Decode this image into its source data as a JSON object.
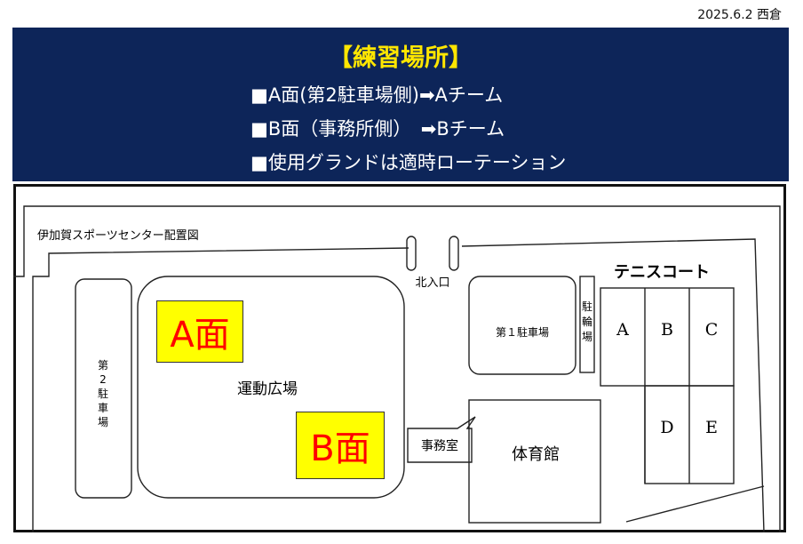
{
  "header": {
    "date_author": "2025.6.2 西倉"
  },
  "banner": {
    "title": "【練習場所】",
    "lines": [
      "■A面(第2駐車場側)➡Aチーム",
      "■B面（事務所側）　➡Bチーム",
      "■使用グランドは適時ローテーション"
    ],
    "colors": {
      "background": "#0d2559",
      "title": "#ffe600",
      "text": "#ffffff"
    }
  },
  "map": {
    "title": "伊加賀スポーツセンター配置図",
    "north_entrance": "北入口",
    "parking2": [
      "第",
      "2",
      "駐",
      "車",
      "場"
    ],
    "field": "運動広場",
    "face_a": "A面",
    "face_b": "B面",
    "parking1": "第１駐車場",
    "bike_parking": [
      "駐",
      "輪",
      "場"
    ],
    "office": "事務室",
    "gym": "体育館",
    "tennis_title": "テニスコート",
    "courts": [
      "A",
      "B",
      "C",
      "D",
      "E"
    ],
    "highlight_color": "#ffff00",
    "highlight_text_color": "#ff0000"
  }
}
